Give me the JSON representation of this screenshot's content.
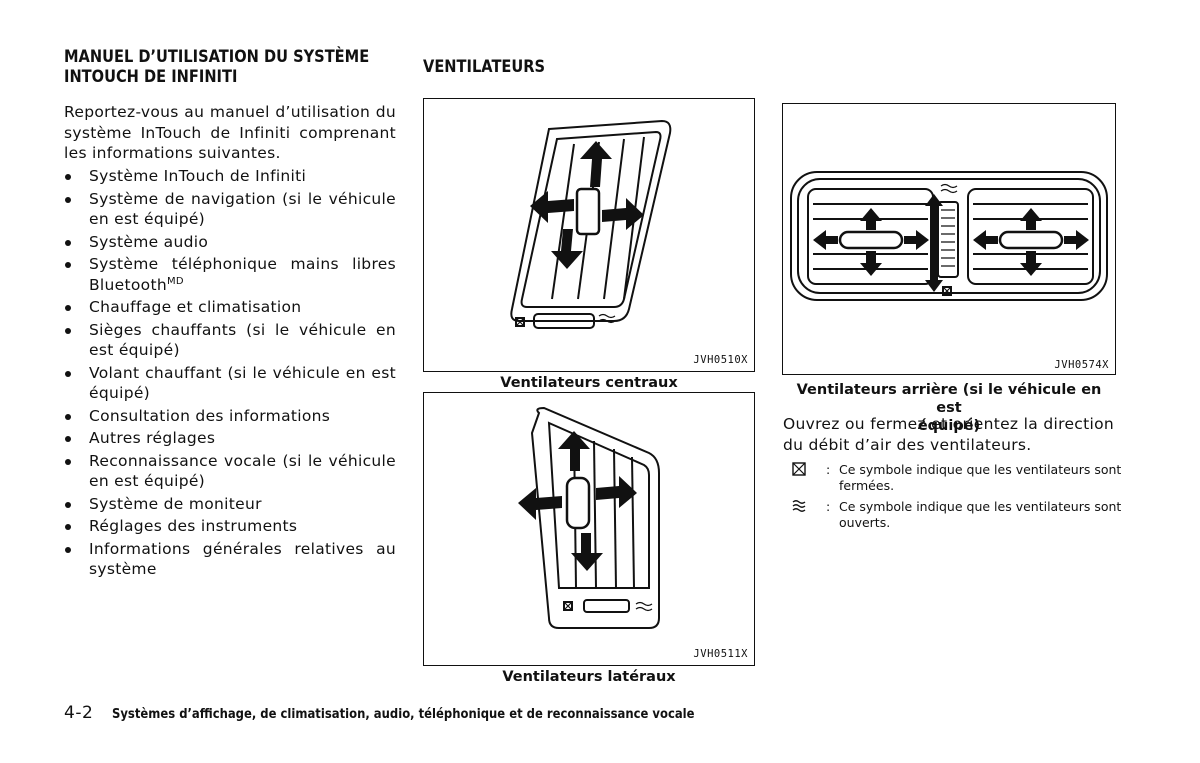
{
  "left_section": {
    "title_line1": "MANUEL D’UTILISATION DU SYSTÈME",
    "title_line2": "INTOUCH DE INFINITI",
    "intro": "Reportez-vous au manuel d’utilisation du système InTouch de Infiniti comprenant les informations suivantes.",
    "items": [
      {
        "text": "Système InTouch de Infiniti"
      },
      {
        "text": "Système de navigation (si le véhicule en est équipé)"
      },
      {
        "text": "Système audio"
      },
      {
        "text": "Système téléphonique mains libres Bluetooth",
        "sup": "MD"
      },
      {
        "text": "Chauffage et climatisation"
      },
      {
        "text": "Sièges chauffants (si le véhicule en est équipé)"
      },
      {
        "text": "Volant chauffant (si le véhicule en est équipé)"
      },
      {
        "text": "Consultation des informations"
      },
      {
        "text": "Autres réglages"
      },
      {
        "text": "Reconnaissance vocale (si le véhicule en est équipé)"
      },
      {
        "text": "Système de moniteur"
      },
      {
        "text": "Réglages des instruments"
      },
      {
        "text": "Informations générales relatives au système"
      }
    ]
  },
  "right_section": {
    "title": "VENTILATEURS",
    "figures": {
      "central": {
        "code": "JVH0510X",
        "caption": "Ventilateurs centraux"
      },
      "side": {
        "code": "JVH0511X",
        "caption": "Ventilateurs latéraux"
      },
      "rear": {
        "code": "JVH0574X",
        "caption_line1": "Ventilateurs arrière (si le véhicule en est",
        "caption_line2": "équipé)"
      }
    },
    "paragraph": "Ouvrez ou fermez et orientez la direction du débit d’air des ventilateurs.",
    "notes": [
      {
        "icon": "vent-closed-icon",
        "colon": ":",
        "text": "Ce symbole indique que les ventilateurs sont fermées."
      },
      {
        "icon": "vent-open-icon",
        "colon": ":",
        "text": "Ce symbole indique que les ventilateurs sont ouverts."
      }
    ]
  },
  "footer": {
    "page_number": "4-2",
    "chapter_title": "Systèmes d’affichage, de climatisation, audio, téléphonique et de reconnaissance vocale"
  }
}
